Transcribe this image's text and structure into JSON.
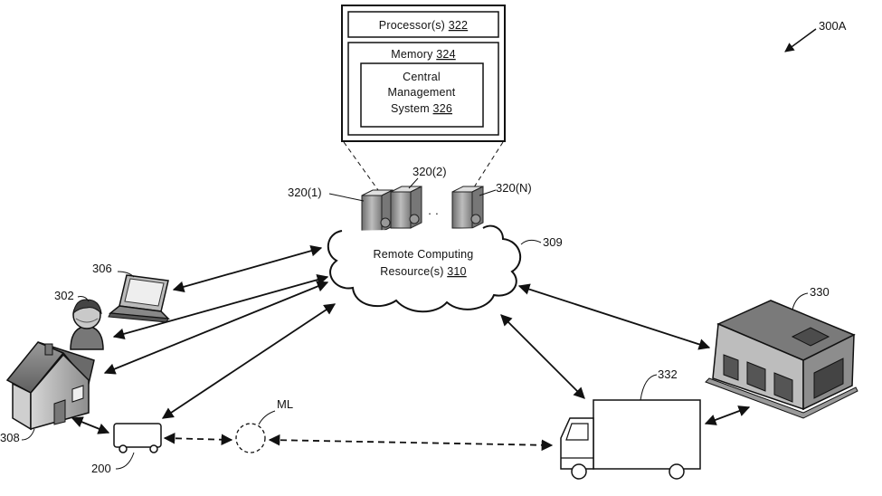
{
  "figure": {
    "figure_ref": "300A"
  },
  "server_box": {
    "processor": {
      "text": "Processor(s) ",
      "ref": "322"
    },
    "memory": {
      "text": "Memory ",
      "ref": "324"
    },
    "cms": {
      "line1": "Central",
      "line2": "Management",
      "line3_text": "System ",
      "line3_ref": "326"
    }
  },
  "servers": {
    "s1": "320(1)",
    "s2": "320(2)",
    "sn": "320(N)",
    "ellipsis": "· ·"
  },
  "cloud": {
    "line1": "Remote Computing",
    "line2_text": "Resource(s) ",
    "line2_ref": "310",
    "ref": "309"
  },
  "nodes": {
    "laptop": "306",
    "user": "302",
    "home": "308",
    "vehicle": "200",
    "ml": "ML",
    "truck": "332",
    "warehouse": "330"
  },
  "colors": {
    "ink": "#111111",
    "shade": "#8a8a8a",
    "light": "#cfcfcf"
  }
}
